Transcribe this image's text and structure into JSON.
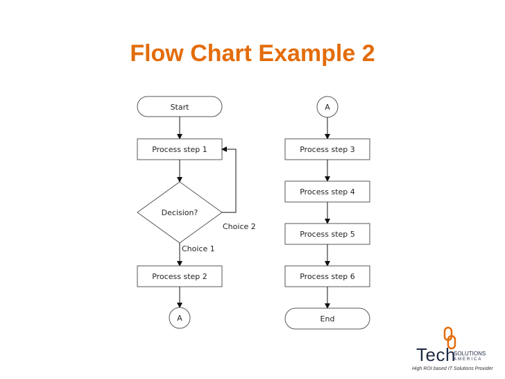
{
  "title": "Flow Chart Example 2",
  "nodes": {
    "start": "Start",
    "process1": "Process step 1",
    "decision": "Decision?",
    "process2": "Process step 2",
    "connector_left": "A",
    "connector_right": "A",
    "process3": "Process step 3",
    "process4": "Process step 4",
    "process5": "Process step 5",
    "process6": "Process step 6",
    "end": "End"
  },
  "edges": {
    "choice1": "Choice 1",
    "choice2": "Choice 2"
  },
  "logo": {
    "tech": "Tech",
    "solutions_line1": "SOLUTIONS",
    "solutions_line2": "AMERICA",
    "tagline": "High ROI based IT Solutions Provider",
    "accent_color": "#e36c0a"
  }
}
